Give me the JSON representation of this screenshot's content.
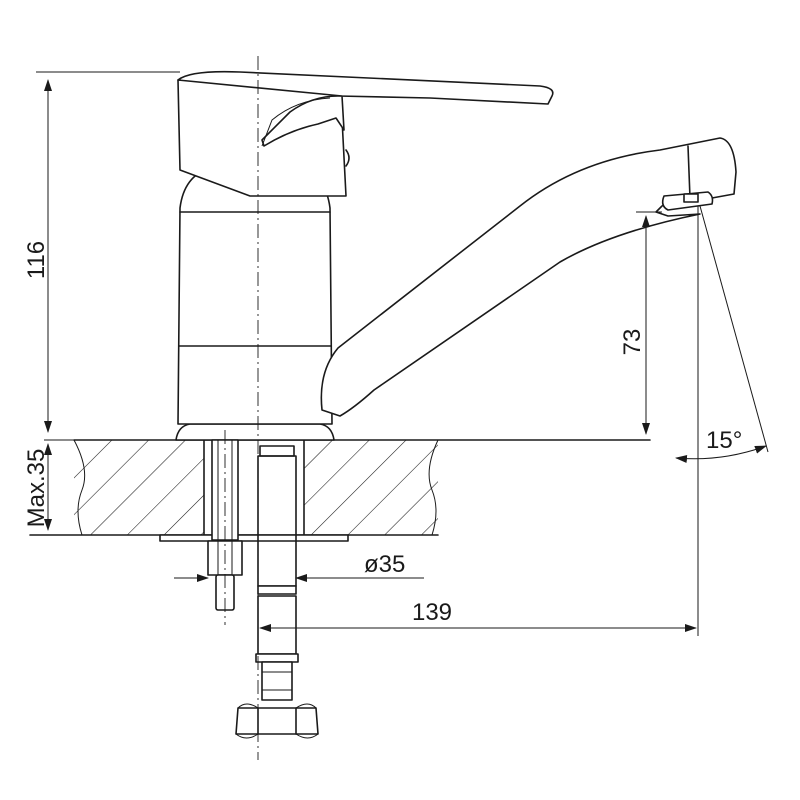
{
  "dimensions": {
    "overall_height": "116",
    "max_counter_thickness": "Max.35",
    "spout_height": "73",
    "spout_angle": "15°",
    "mount_diameter": "ø35",
    "spout_reach": "139"
  },
  "colors": {
    "line": "#1a1a1a",
    "background": "#ffffff"
  }
}
